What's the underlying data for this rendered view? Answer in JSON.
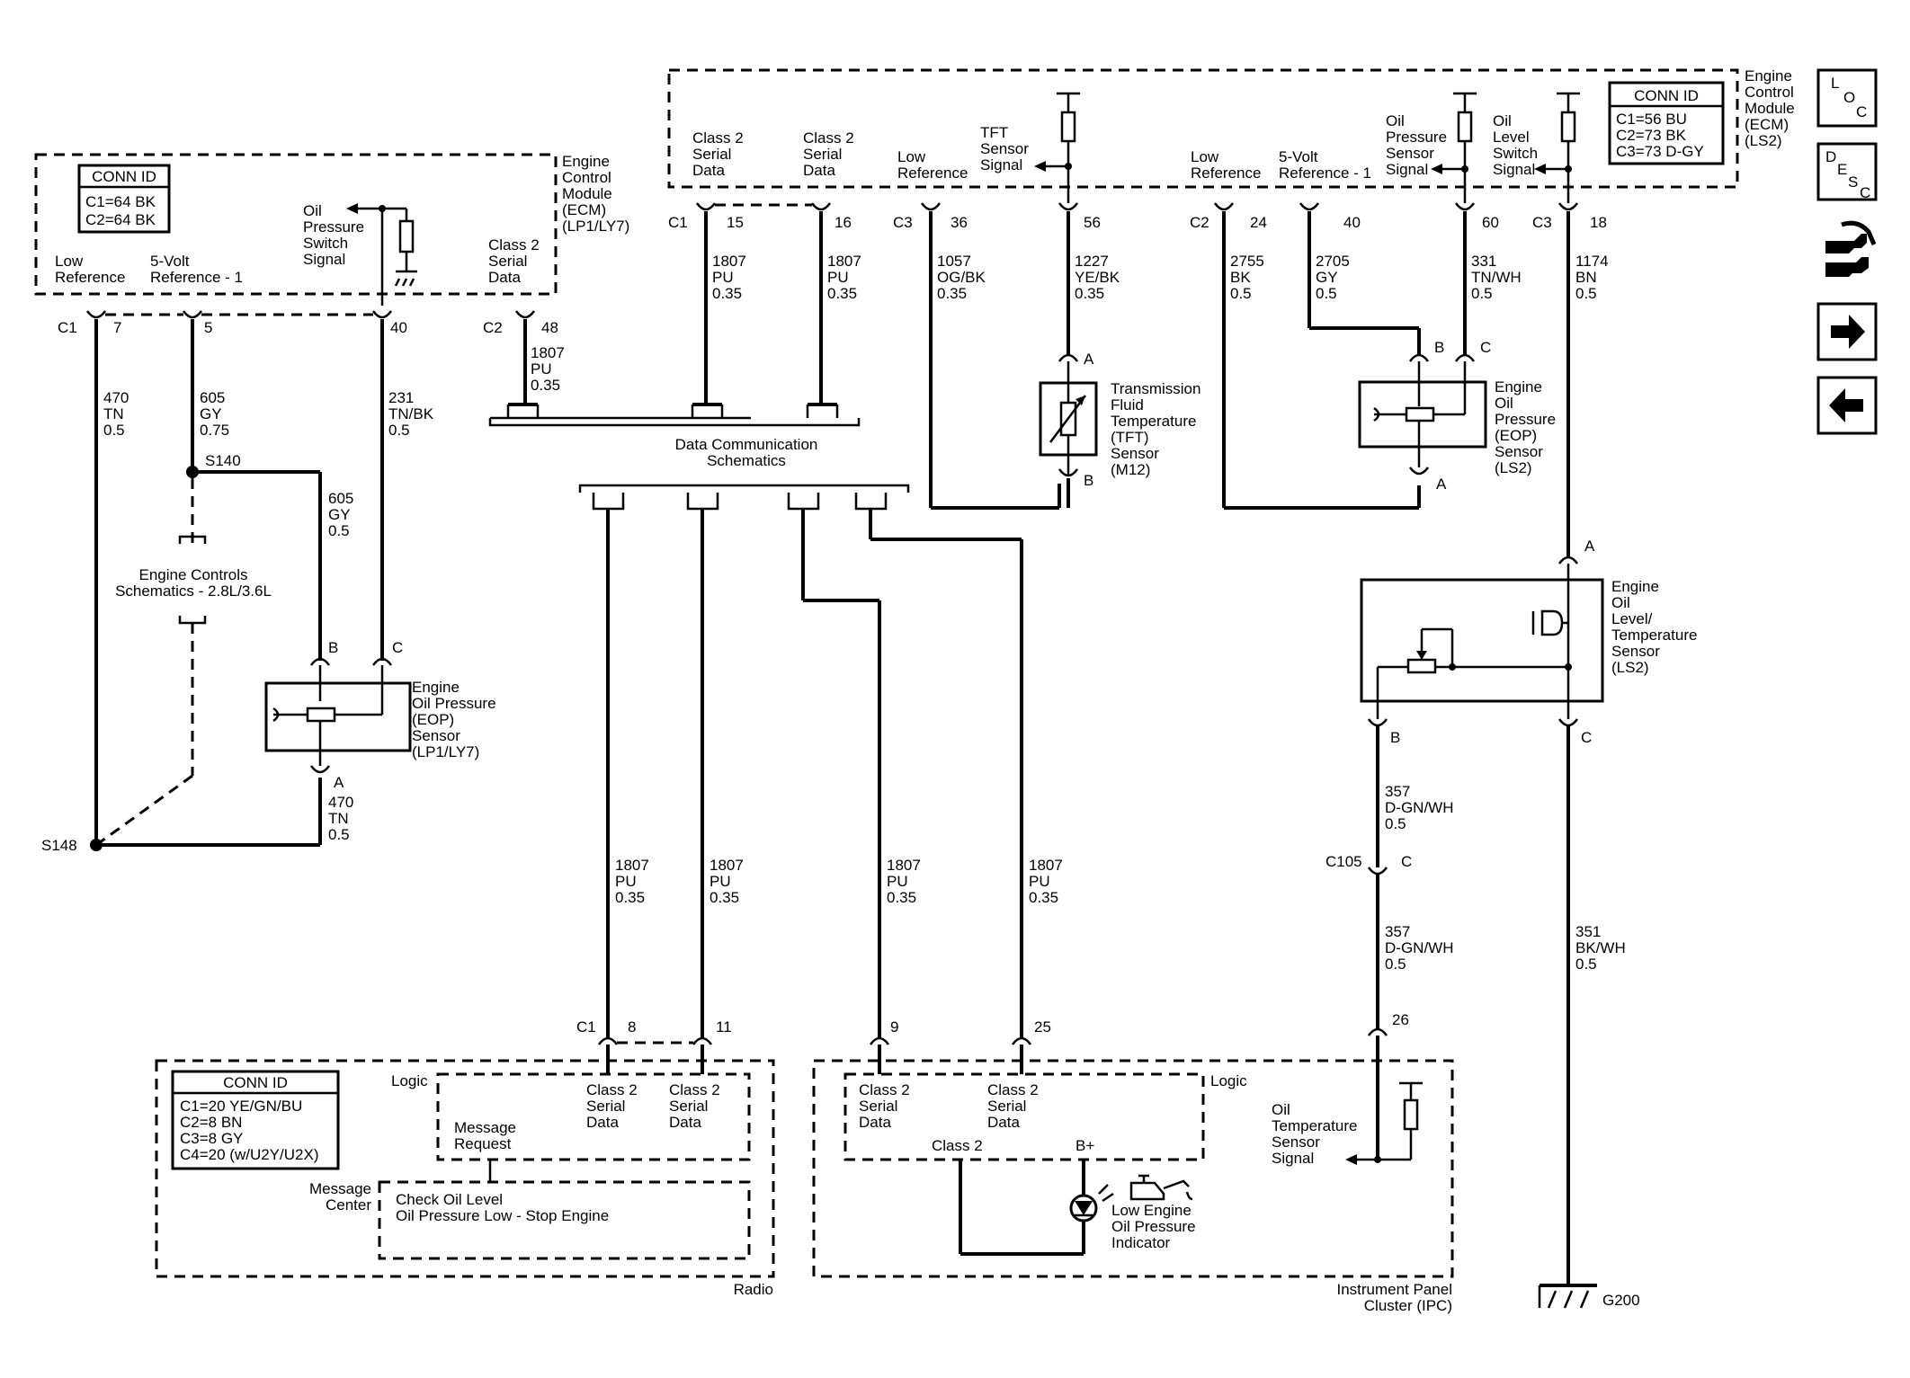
{
  "ecm_left": {
    "title": [
      "Engine",
      "Control",
      "Module",
      "(ECM)",
      "(LP1/LY7)"
    ],
    "conn_header": "CONN ID",
    "conn_rows": [
      "C1=64 BK",
      "C2=64 BK"
    ],
    "low_ref": [
      "Low",
      "Reference"
    ],
    "five_volt": [
      "5-Volt",
      "Reference - 1"
    ],
    "oil_switch": [
      "Oil",
      "Pressure",
      "Switch",
      "Signal"
    ],
    "class2": [
      "Class 2",
      "Serial",
      "Data"
    ],
    "c1": "C1",
    "c2": "C2",
    "pin_7": "7",
    "pin_5": "5",
    "pin_40": "40",
    "pin_48": "48"
  },
  "left_wires": {
    "w470": [
      "470",
      "TN",
      "0.5"
    ],
    "w605a": [
      "605",
      "GY",
      "0.75"
    ],
    "w231": [
      "231",
      "TN/BK",
      "0.5"
    ],
    "w1807": [
      "1807",
      "PU",
      "0.35"
    ],
    "s140": "S140",
    "w605b": [
      "605",
      "GY",
      "0.5"
    ],
    "engine_controls": [
      "Engine Controls",
      "Schematics - 2.8L/3.6L"
    ],
    "s148": "S148",
    "w470b": [
      "470",
      "TN",
      "0.5"
    ]
  },
  "eop_left": {
    "title": [
      "Engine",
      "Oil Pressure",
      "(EOP)",
      "Sensor",
      "(LP1/LY7)"
    ],
    "pin_b": "B",
    "pin_c": "C",
    "pin_a": "A"
  },
  "ecm_right": {
    "title": [
      "Engine",
      "Control",
      "Module",
      "(ECM)",
      "(LS2)"
    ],
    "conn_header": "CONN ID",
    "conn_rows": [
      "C1=56 BU",
      "C2=73 BK",
      "C3=73 D-GY"
    ],
    "class2a": [
      "Class 2",
      "Serial",
      "Data"
    ],
    "class2b": [
      "Class 2",
      "Serial",
      "Data"
    ],
    "low_ref": [
      "Low",
      "Reference"
    ],
    "tft_signal": [
      "TFT",
      "Sensor",
      "Signal"
    ],
    "low_ref2": [
      "Low",
      "Reference"
    ],
    "five_volt": [
      "5-Volt",
      "Reference - 1"
    ],
    "oil_press_signal": [
      "Oil",
      "Pressure",
      "Sensor",
      "Signal"
    ],
    "oil_level_signal": [
      "Oil",
      "Level",
      "Switch",
      "Signal"
    ],
    "c1": "C1",
    "pin_15": "15",
    "pin_16": "16",
    "c3": "C3",
    "pin_36": "36",
    "pin_56": "56",
    "c2": "C2",
    "pin_24": "24",
    "pin_40": "40",
    "pin_60": "60",
    "c3b": "C3",
    "pin_18": "18"
  },
  "right_wires": {
    "w1807a": [
      "1807",
      "PU",
      "0.35"
    ],
    "w1807b": [
      "1807",
      "PU",
      "0.35"
    ],
    "w1057": [
      "1057",
      "OG/BK",
      "0.35"
    ],
    "w1227": [
      "1227",
      "YE/BK",
      "0.35"
    ],
    "w2755": [
      "2755",
      "BK",
      "0.5"
    ],
    "w2705": [
      "2705",
      "GY",
      "0.5"
    ],
    "w331": [
      "331",
      "TN/WH",
      "0.5"
    ],
    "w1174": [
      "1174",
      "BN",
      "0.5"
    ]
  },
  "data_comm": [
    "Data Communication",
    "Schematics"
  ],
  "tft": {
    "title": [
      "Transmission",
      "Fluid",
      "Temperature",
      "(TFT)",
      "Sensor",
      "(M12)"
    ],
    "pin_a": "A",
    "pin_b": "B"
  },
  "eop_right": {
    "title": [
      "Engine",
      "Oil",
      "Pressure",
      "(EOP)",
      "Sensor",
      "(LS2)"
    ],
    "pin_b": "B",
    "pin_c": "C",
    "pin_a": "A"
  },
  "oil_level_sensor": {
    "title": [
      "Engine",
      "Oil",
      "Level/",
      "Temperature",
      "Sensor",
      "(LS2)"
    ],
    "pin_a": "A",
    "pin_b": "B",
    "pin_c": "C"
  },
  "lower_wires": {
    "w1": [
      "1807",
      "PU",
      "0.35"
    ],
    "w2": [
      "1807",
      "PU",
      "0.35"
    ],
    "w3": [
      "1807",
      "PU",
      "0.35"
    ],
    "w4": [
      "1807",
      "PU",
      "0.35"
    ],
    "w357a": [
      "357",
      "D-GN/WH",
      "0.5"
    ],
    "c105": "C105",
    "c105_pin": "C",
    "w357b": [
      "357",
      "D-GN/WH",
      "0.5"
    ],
    "w351": [
      "351",
      "BK/WH",
      "0.5"
    ],
    "g200": "G200"
  },
  "radio": {
    "conn_header": "CONN ID",
    "conn_rows": [
      "C1=20 YE/GN/BU",
      "C2=8 BN",
      "C3=8 GY",
      "C4=20 (w/U2Y/U2X)"
    ],
    "logic": "Logic",
    "c1": "C1",
    "pin_8": "8",
    "pin_11": "11",
    "class2a": [
      "Class 2",
      "Serial",
      "Data"
    ],
    "class2b": [
      "Class 2",
      "Serial",
      "Data"
    ],
    "msg_request": [
      "Message",
      "Request"
    ],
    "msg_center": [
      "Message",
      "Center"
    ],
    "msg_lines": [
      "Check Oil Level",
      "Oil Pressure Low - Stop Engine"
    ],
    "title": "Radio"
  },
  "ipc": {
    "pin_9": "9",
    "pin_25": "25",
    "pin_26": "26",
    "logic": "Logic",
    "class2a": [
      "Class 2",
      "Serial",
      "Data"
    ],
    "class2b": [
      "Class 2",
      "Serial",
      "Data"
    ],
    "class2": "Class 2",
    "bplus": "B+",
    "indicator": [
      "Low Engine",
      "Oil Pressure",
      "Indicator"
    ],
    "oil_temp": [
      "Oil",
      "Temperature",
      "Sensor",
      "Signal"
    ],
    "title": [
      "Instrument Panel",
      "Cluster (IPC)"
    ]
  },
  "nav": {
    "loc": [
      "L",
      "O",
      "C"
    ],
    "desc": [
      "D",
      "E",
      "S",
      "C"
    ],
    "icons": [
      "wrench-icon",
      "arrow-right-icon",
      "arrow-left-icon"
    ]
  }
}
